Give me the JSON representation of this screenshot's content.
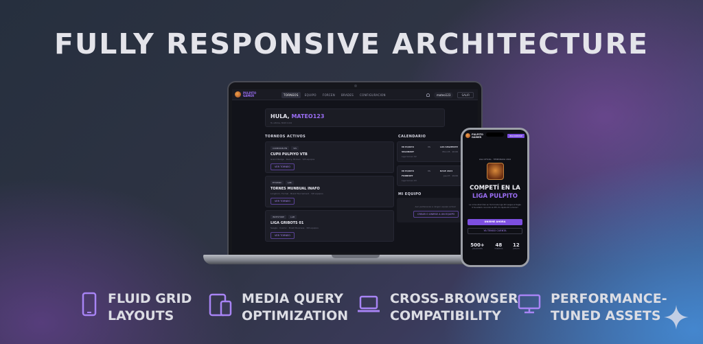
{
  "headline": "FULLY RESPONSIVE ARCHITECTURE",
  "colors": {
    "accent": "#7d4fe0",
    "accent_text": "#9b6ef5",
    "icon_tint": "#a884f5",
    "background_dark": "#262f3e"
  },
  "laptop": {
    "brand": [
      "PULPITO",
      "GAMER"
    ],
    "nav": [
      "TORNEOS",
      "EQUIPO",
      "FORCEN",
      "BRADES",
      "CONFIGURACION"
    ],
    "user": "mateo123",
    "logout": "SALIR",
    "greeting_prefix": "HULA,",
    "greeting_name": "MATEO123",
    "greeting_sub": "Tu ultima, 3023 d-04",
    "section_tournaments": "TORNEOS ACTIVOS",
    "section_calendar": "CALENDARIO",
    "section_team": "MI EQUIPO",
    "tournaments": [
      {
        "badges": [
          "CONEXION EN",
          "VIS"
        ],
        "name": "CUPII PULPIYO VTB",
        "meta": "Grand Badge · Decry, Broken · 5/8 equipos",
        "button": "VER TORNEO"
      },
      {
        "badges": [
          "ETIOMID",
          "LAB"
        ],
        "name": "TORNES MUNBUAL INAFO",
        "meta": "Longhorn, Formal · Brazil Tournament · 3/8 equipos",
        "button": "VER TORNEO"
      },
      {
        "badges": [
          "INVESTORE",
          "LAB"
        ],
        "name": "LIGA GRIBOTS 01",
        "meta": "Seagle · Cosmic · Brazil Business · 3/8 equipos",
        "button": "VER TORNEO"
      }
    ],
    "calendar": [
      {
        "left": "MI EQUIPO",
        "vs": "VS",
        "right": "LOS SEGMENTE",
        "game": "VALORANT",
        "date": "Mon 25 · 10:00",
        "sub": "Liga torneo 02"
      },
      {
        "left": "MI EQUIPO",
        "vs": "VS",
        "right": "BASE 2024",
        "game": "FORBISET",
        "date": "Jue 27 · 19:00",
        "sub": "Liga torneo 03"
      }
    ],
    "team_sub": "Aun perteneces a ningun equipo actual",
    "team_button": "CREAR O UNIRSE A UN EQUIPO"
  },
  "phone": {
    "brand": [
      "PULPITO",
      "GAMER"
    ],
    "cta_top": "INSCRIBIRSE",
    "hero_tag": "LIGA OFICIAL · TEMPORADA 2024",
    "title_line1": "COMPETÍ EN LA",
    "title_line2": "LIGA PULPITO",
    "description": "La comunidad líder en 3v3 donde Liga 2D League al Segle 9 ha estado conocido al 25% 3v rápida 2D rumorar!",
    "primary_button": "UNIRME AHORA",
    "secondary_button": "YA TENGO CUENTA",
    "stats": [
      {
        "value": "500+",
        "label": "JUGADORES"
      },
      {
        "value": "48",
        "label": "TORNEOS"
      },
      {
        "value": "12",
        "label": "JUEGOS"
      }
    ]
  },
  "features": [
    {
      "icon": "phone-icon",
      "line1": "FLUID GRID",
      "line2": "LAYOUTS"
    },
    {
      "icon": "tablet-phone-icon",
      "line1": "MEDIA QUERY",
      "line2": "OPTIMIZATION"
    },
    {
      "icon": "laptop-icon",
      "line1": "CROSS-BROWSER",
      "line2": "COMPATIBILITY"
    },
    {
      "icon": "monitor-icon",
      "line1": "PERFORMANCE-",
      "line2": "TUNED ASSETS"
    }
  ]
}
